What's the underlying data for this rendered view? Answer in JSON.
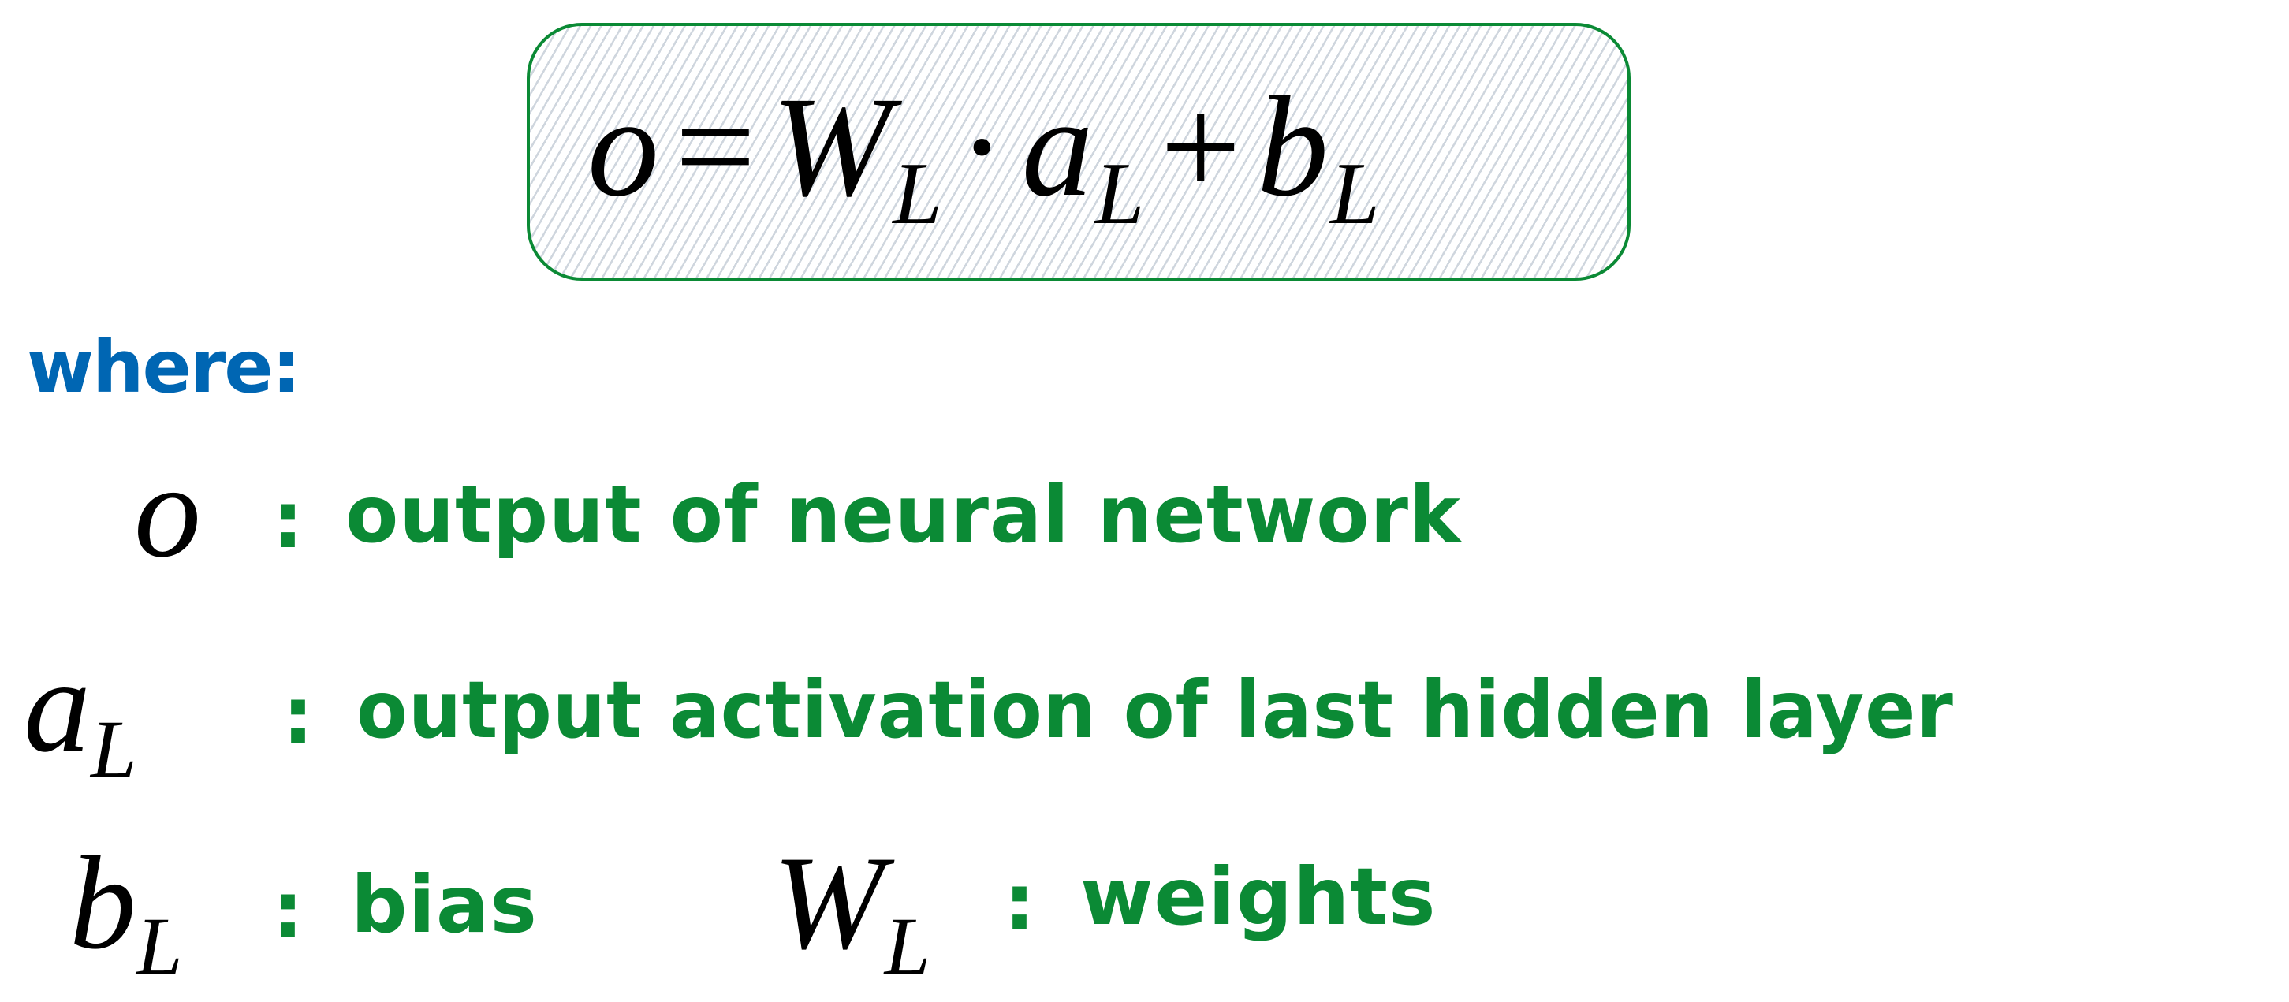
{
  "formula": {
    "lhs": "o",
    "equals": "=",
    "weight_symbol": "W",
    "weight_subscript": "L",
    "dot": "·",
    "activation_symbol": "a",
    "activation_subscript": "L",
    "plus": "+",
    "bias_symbol": "b",
    "bias_subscript": "L"
  },
  "where_label": "where:",
  "definitions": [
    {
      "symbol": "o",
      "subscript": "",
      "colon": ":",
      "description": "output of neural network"
    },
    {
      "symbol": "a",
      "subscript": "L",
      "colon": ":",
      "description": "output activation of last hidden layer"
    },
    {
      "symbol": "b",
      "subscript": "L",
      "colon": ":",
      "description": "bias"
    },
    {
      "symbol": "W",
      "subscript": "L",
      "colon": ":",
      "description": "weights"
    }
  ],
  "colors": {
    "box_border": "#0b8a35",
    "hatch": "#cfd6de",
    "where_text": "#0066b3",
    "description_text": "#0b8a35",
    "math_text": "#000000"
  }
}
